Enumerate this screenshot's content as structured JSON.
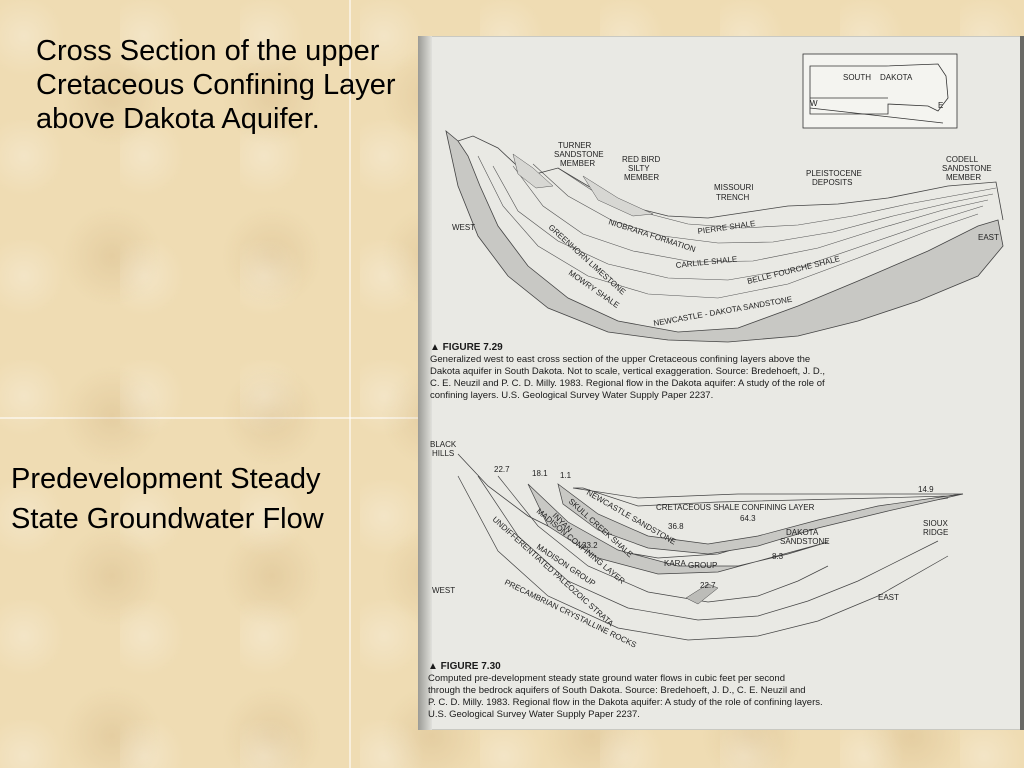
{
  "slide": {
    "title": "Cross Section of the upper Cretaceous Confining Layer above Dakota Aquifer.",
    "subtitle": "Predevelopment Steady State Groundwater Flow"
  },
  "figure1": {
    "map_labels": [
      "SOUTH",
      "DAKOTA",
      "W",
      "E"
    ],
    "direction_west": "WEST",
    "direction_east": "EAST",
    "top_labels": [
      "TURNER",
      "SANDSTONE",
      "MEMBER",
      "RED BIRD",
      "SILTY",
      "MEMBER",
      "MISSOURI",
      "TRENCH",
      "PLEISTOCENE",
      "DEPOSITS",
      "CODELL",
      "SANDSTONE",
      "MEMBER"
    ],
    "layer_labels": [
      "PIERRE SHALE",
      "NIOBRARA FORMATION",
      "CARLILE SHALE",
      "GREENHORN LIMESTONE",
      "BELLE FOURCHE SHALE",
      "MOWRY SHALE",
      "NEWCASTLE - DAKOTA SANDSTONE"
    ],
    "caption_head": "▲ FIGURE 7.29",
    "caption_lines": [
      "Generalized west to east cross section of the upper Cretaceous confining layers above the",
      "Dakota aquifer in South Dakota. Not to scale, vertical exaggeration. Source: Bredehoeft, J. D.,",
      "C. E. Neuzil and P. C. D. Milly. 1983. Regional flow in the Dakota aquifer: A study of the role of",
      "confining layers. U.S. Geological Survey Water Supply Paper 2237."
    ]
  },
  "figure2": {
    "black_hills": [
      "BLACK",
      "HILLS"
    ],
    "flow_values": [
      "22.7",
      "18.1",
      "1.1",
      "14.9",
      "64.3",
      "36.8",
      "33.2",
      "8.3",
      "22.7"
    ],
    "labels": [
      "CRETACEOUS SHALE CONFINING LAYER",
      "SIOUX",
      "RIDGE",
      "DAKOTA",
      "SANDSTONE",
      "NEWCASTLE SANDSTONE",
      "SKULL CREEK SHALE",
      "INYAN",
      "MADISON CONFINING LAYER",
      "KARA",
      "GROUP",
      "MADISON GROUP",
      "UNDIFFERENTIATED PALEOZOIC STRATA",
      "PRECAMBRIAN CRYSTALLINE ROCKS"
    ],
    "direction_west": "WEST",
    "direction_east": "EAST",
    "caption_head": "▲ FIGURE 7.30",
    "caption_lines": [
      "Computed pre-development steady state ground water flows in cubic feet per second",
      "through the bedrock aquifers of South Dakota. Source: Bredehoeft, J. D., C. E. Neuzil and",
      "P. C. D. Milly. 1983. Regional flow in the Dakota aquifer: A study of the role of confining layers.",
      "U.S. Geological Survey Water Supply Paper 2237."
    ]
  }
}
